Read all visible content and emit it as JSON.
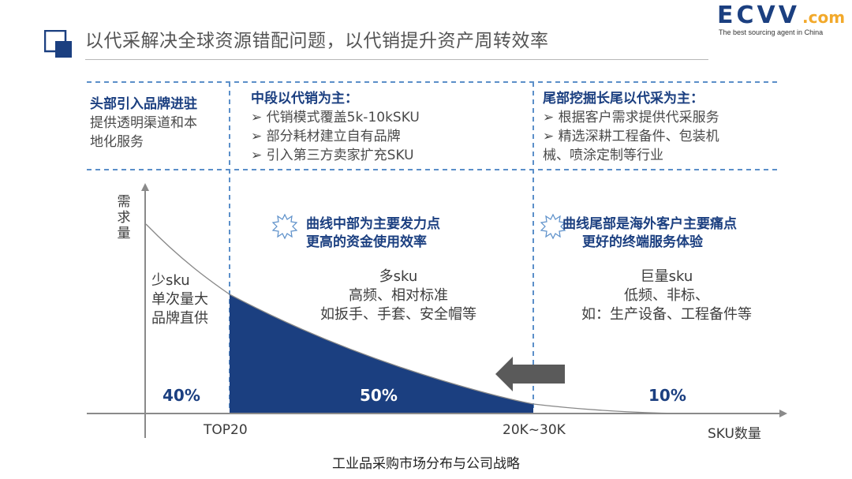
{
  "header": {
    "title": "以代采解决全球资源错配问题，以代销提升资产周转效率",
    "logo_main": "ECVV",
    "logo_com": ".com",
    "logo_tagline": "The best sourcing agent in China"
  },
  "top_section": {
    "left": {
      "heading": "头部引入品牌进驻",
      "lines": [
        "提供透明渠道和本",
        "地化服务"
      ]
    },
    "middle": {
      "heading": "中段以代销为主：",
      "lines": [
        "➢ 代销模式覆盖5k-10kSKU",
        "➢ 部分耗材建立自有品牌",
        "➢ 引入第三方卖家扩充SKU"
      ]
    },
    "right": {
      "heading": "尾部挖掘长尾以代采为主：",
      "lines": [
        "➢ 根据客户需求提供代采服务",
        "➢ 精选深耕工程备件、包装机",
        "械、喷涂定制等行业"
      ]
    }
  },
  "diagram": {
    "ylabel": "需求量",
    "left_label": [
      "少sku",
      "单次量大",
      "品牌直供"
    ],
    "mid_emph": [
      "曲线中部为主要发力点",
      "更高的资金使用效率"
    ],
    "mid_label": [
      "多sku",
      "高频、相对标准",
      "如扳手、手套、安全帽等"
    ],
    "right_emph": [
      "曲线尾部是海外客户主要痛点",
      "更好的终端服务体验"
    ],
    "right_label": [
      "巨量sku",
      "低频、非标、",
      "如：生产设备、工程备件等"
    ],
    "pct_head": "40%",
    "pct_mid": "50%",
    "pct_tail": "10%",
    "x_tick_1": "TOP20",
    "x_tick_2": "20K~30K",
    "xlabel": "SKU数量",
    "caption": "工业品采购市场分布与公司战略",
    "colors": {
      "accent": "#1b3f80",
      "dashed": "#5b8fc9",
      "arrow": "#555555"
    }
  }
}
